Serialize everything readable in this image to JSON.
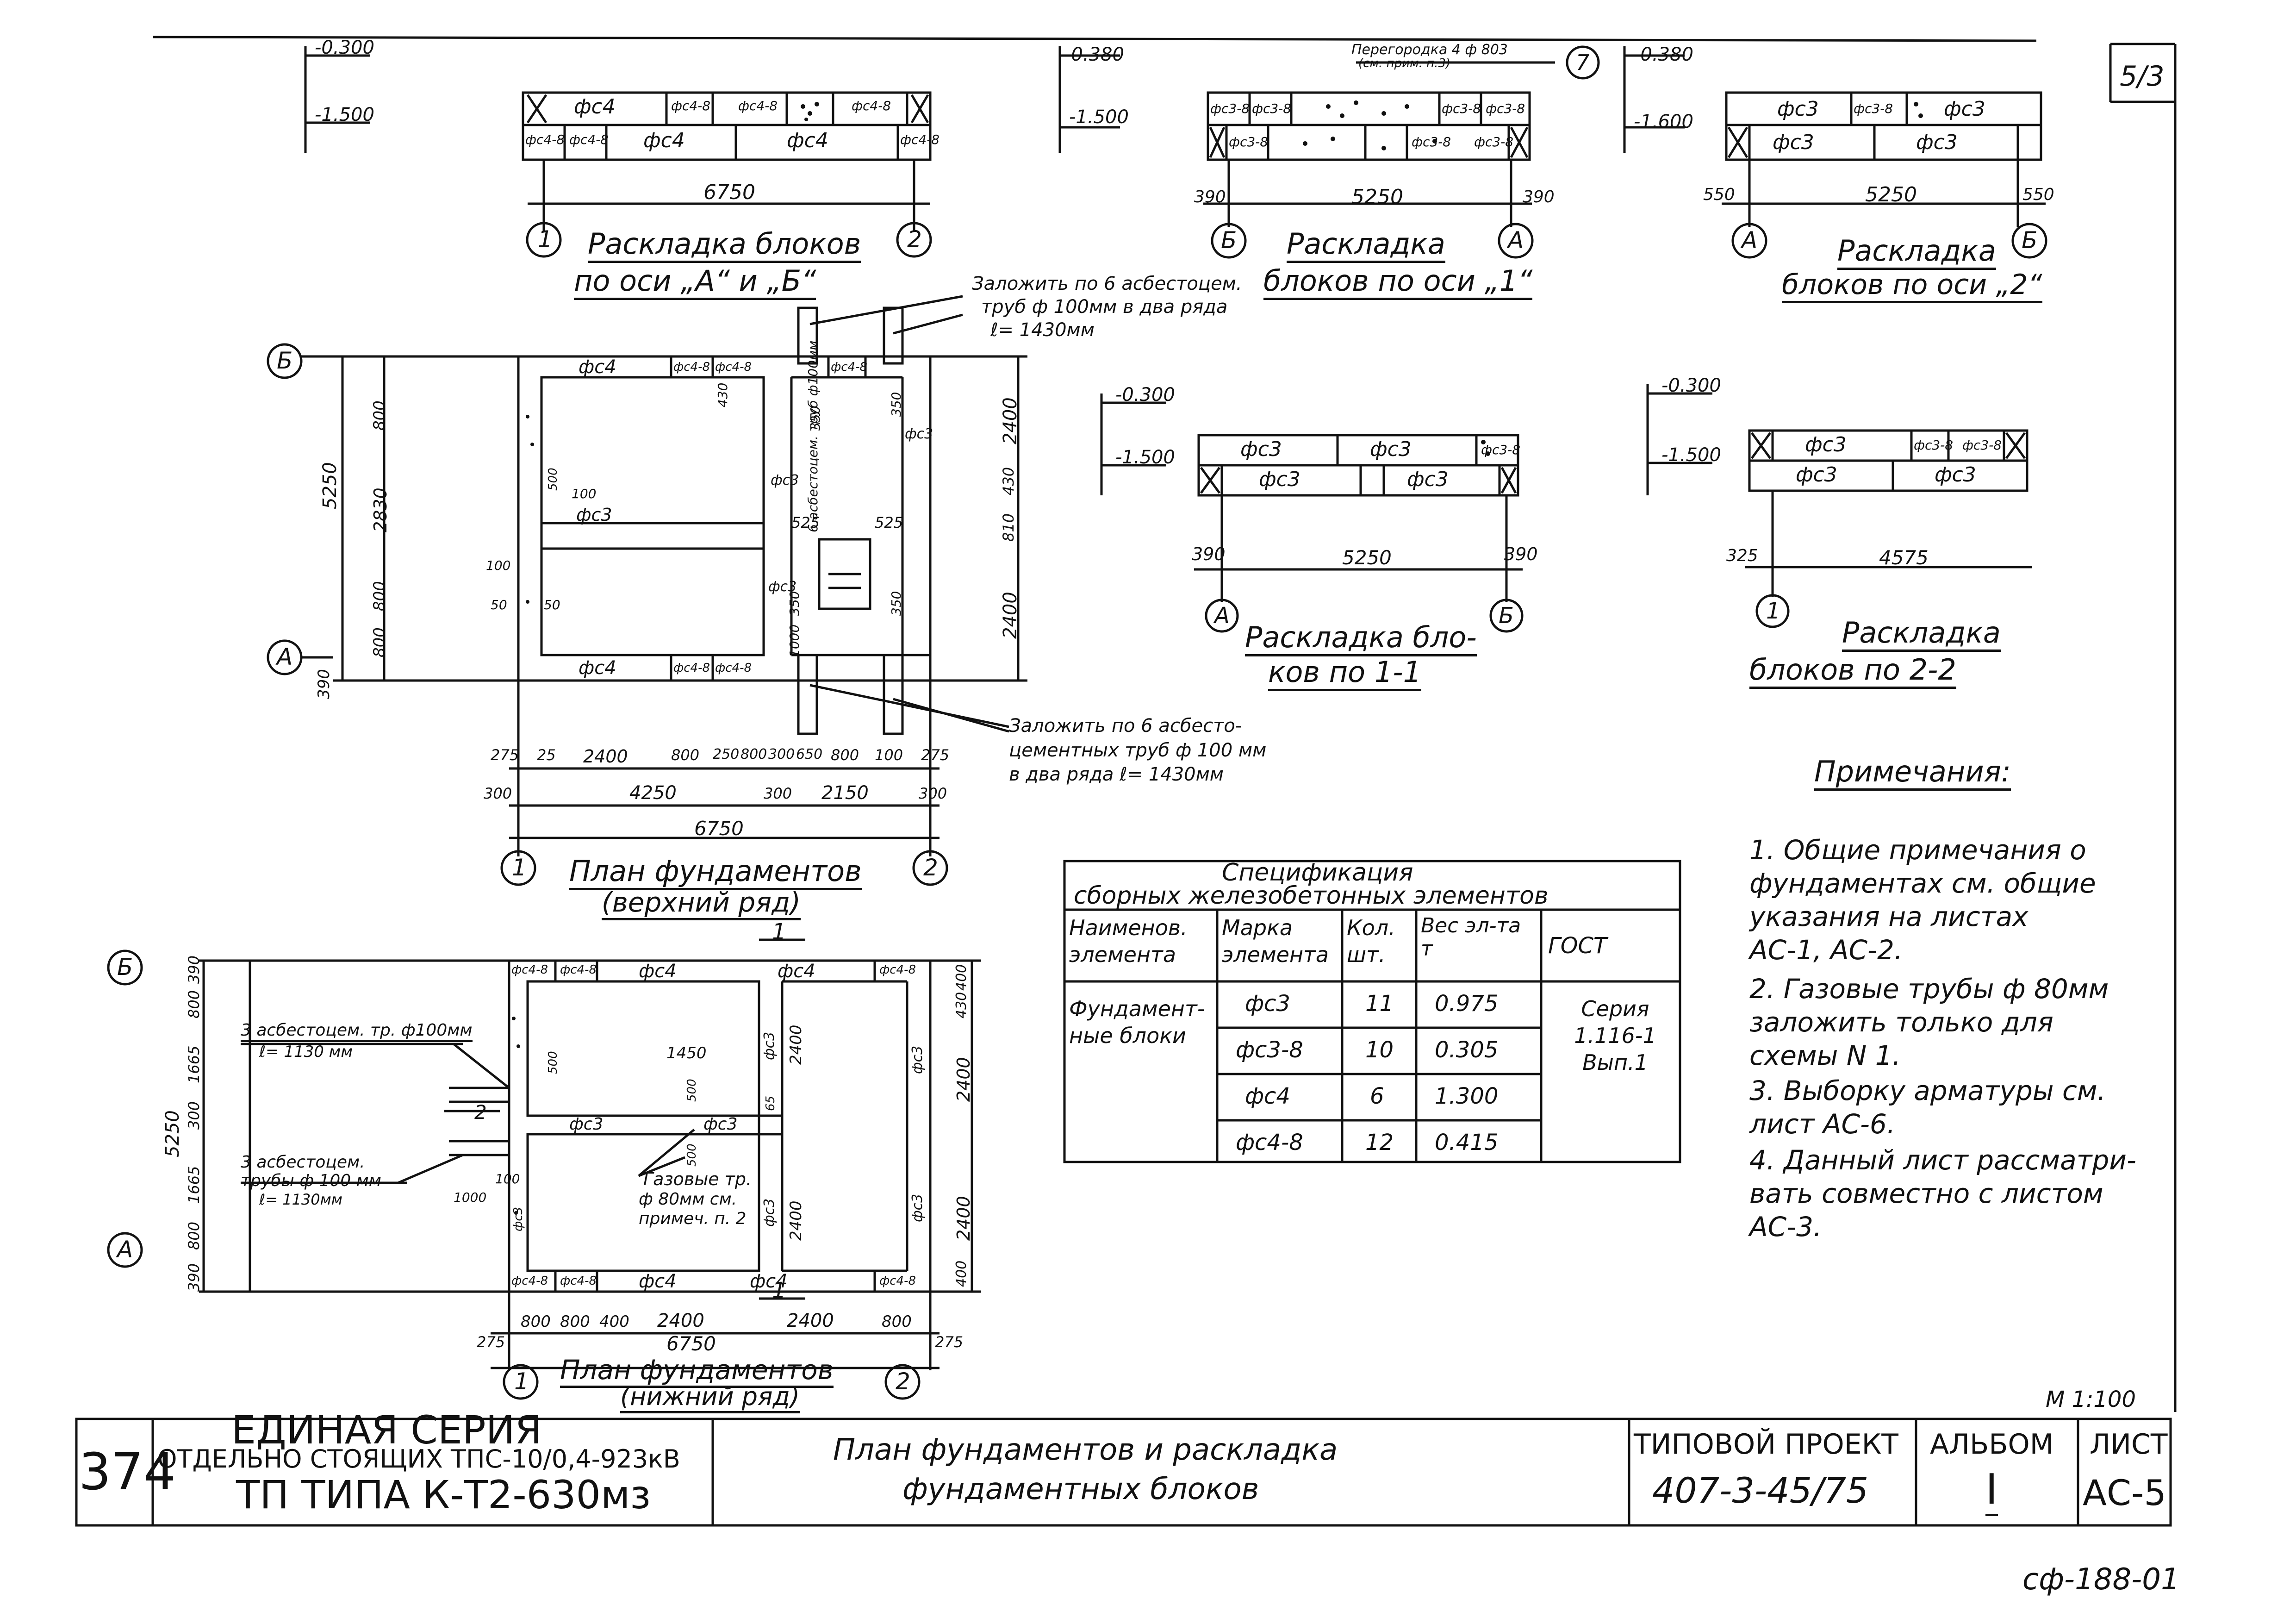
{
  "sheet_corner_mark": "5/3",
  "top_row": {
    "elevations": {
      "top": "-0.300",
      "bottom": "-1.500",
      "bottom_alt": "-1.600",
      "top_alt": "-0.380"
    },
    "section_a": {
      "title_line1": "Раскладка блоков",
      "title_line2": "по оси „А“ и „Б“",
      "dim_total": "6750",
      "axis_left": "1",
      "axis_right": "2",
      "blocks_top": [
        "фс4",
        "фс4-8",
        "фс4-8",
        "фс4-8"
      ],
      "blocks_bottom": [
        "фс4-8",
        "фс4-8",
        "фс4",
        "фс4",
        "фс4-8"
      ]
    },
    "section_b": {
      "title_line1": "Раскладка",
      "title_line2": "блоков по оси „1“",
      "dim_total": "5250",
      "dim_left": "390",
      "dim_right": "390",
      "axis_left": "Б",
      "axis_right": "А",
      "callout": "Перегородка 4 ф 803",
      "callout2": "(см. прим. п.3)",
      "callout_num": "7",
      "blocks_top": [
        "фс3-8",
        "фс3-8",
        "фс3-8",
        "фс3-8"
      ],
      "blocks_bottom": [
        "фс3-8",
        "фс3-8",
        "фс3-8"
      ]
    },
    "section_c": {
      "title_line1": "Раскладка",
      "title_line2": "блоков по оси „2“",
      "dim_total": "5250",
      "dim_left": "550",
      "dim_right": "550",
      "axis_left": "А",
      "axis_right": "Б",
      "blocks_top": [
        "фс3",
        "фс3-8",
        "фс3"
      ],
      "blocks_bottom": [
        "фс3",
        "фс3"
      ]
    }
  },
  "plan_upper": {
    "title_line1": "План фундаментов",
    "title_line2": "(верхний ряд)",
    "axis_1": "1",
    "axis_2": "2",
    "axis_a": "А",
    "axis_b": "Б",
    "callout_top_1": "Заложить по 6 асбестоцем.",
    "callout_top_2": "труб ф 100мм в два ряда",
    "callout_top_3": "ℓ= 1430мм",
    "callout_bot_1": "Заложить по 6 асбесто-",
    "callout_bot_2": "цементных труб ф 100 мм",
    "callout_bot_3": "в два ряда ℓ= 1430мм",
    "pipe_note": "6 асбестоцем. труб ф100мм",
    "blocks": [
      "фс4",
      "фс4-8",
      "фс4-8",
      "фс4-8",
      "фс3",
      "фс3",
      "фс3",
      "фс3",
      "фс4",
      "фс4-8",
      "фс4-8"
    ],
    "dims_left": [
      "5250",
      "2830",
      "800",
      "800",
      "390",
      "800"
    ],
    "dims_right": [
      "2400",
      "2400",
      "810",
      "430",
      "350"
    ],
    "dims_bottom_1": [
      "275",
      "25",
      "2400",
      "800",
      "250",
      "800",
      "300",
      "650",
      "800",
      "100",
      "275"
    ],
    "dims_bottom_2": [
      "300",
      "4250",
      "300",
      "2150",
      "300"
    ],
    "dims_bottom_total": "6750",
    "dims_inner": [
      "525",
      "525",
      "350",
      "1000",
      "350",
      "100",
      "500",
      "100",
      "50",
      "50",
      "430",
      "350"
    ]
  },
  "plan_lower": {
    "title_line1": "План фундаментов",
    "title_line2": "(нижний ряд)",
    "axis_1": "1",
    "axis_2": "2",
    "axis_a": "А",
    "axis_b": "Б",
    "section_mark_top": "1",
    "section_mark_bot": "1",
    "section_mark_side": "2",
    "callout_a1": "3 асбестоцем. тр. ф100мм",
    "callout_a2": "ℓ= 1130 мм",
    "callout_b1": "3 асбестоцем.",
    "callout_b2": "трубы ф 100 мм",
    "callout_b3": "ℓ= 1130мм",
    "gas_1": "Газовые тр.",
    "gas_2": "ф 80мм см.",
    "gas_3": "примеч. п. 2",
    "blocks_top": [
      "фс4-8",
      "фс4-8",
      "фс4",
      "фс4",
      "фс4-8"
    ],
    "blocks_mid": [
      "фс3",
      "фс3"
    ],
    "blocks_bottom": [
      "фс4-8",
      "фс4-8",
      "фс4",
      "фс4",
      "фс4-8"
    ],
    "blocks_vert": [
      "фс3",
      "фс3",
      "фс3",
      "фс3",
      "фс3"
    ],
    "dims_left": [
      "5250",
      "390",
      "800",
      "1665",
      "300",
      "1665",
      "800",
      "390"
    ],
    "dims_right": [
      "400",
      "430",
      "2400",
      "2400",
      "400"
    ],
    "dims_bottom_1": [
      "800",
      "800",
      "400",
      "2400",
      "2400",
      "800"
    ],
    "dims_bottom_total": "6750",
    "dims_bottom_side_l": "275",
    "dims_bottom_side_r": "275",
    "dims_inner": [
      "1450",
      "2400",
      "2400",
      "500",
      "500",
      "500",
      "65",
      "1000",
      "100"
    ]
  },
  "section_11": {
    "title_line1": "Раскладка бло-",
    "title_line2": "ков по 1-1",
    "elev_top": "-0.300",
    "elev_bottom": "-1.500",
    "dim_total": "5250",
    "dim_left": "390",
    "dim_right": "390",
    "axis_left": "А",
    "axis_right": "Б",
    "blocks_top": [
      "фс3",
      "фс3",
      "фс3-8"
    ],
    "blocks_bottom": [
      "фс3",
      "фс3"
    ]
  },
  "section_22": {
    "title_line1": "Раскладка",
    "title_line2": "блоков по 2-2",
    "elev_top": "-0.300",
    "elev_bottom": "-1.500",
    "dim_total": "4575",
    "dim_left": "325",
    "axis_left": "1",
    "blocks_top": [
      "фс3",
      "фс3-8",
      "фс3-8"
    ],
    "blocks_bottom": [
      "фс3",
      "фс3"
    ]
  },
  "spec_table": {
    "title_line1": "Спецификация",
    "title_line2": "сборных железобетонных элементов",
    "headers": [
      "Наименов. элемента",
      "Марка элемента",
      "Кол. шт.",
      "Вес эл-та т",
      "ГОСТ"
    ],
    "group_name": "Фундамент-ные блоки",
    "gost": "Серия 1.116-1 Вып.1",
    "rows": [
      {
        "mark": "фс3",
        "qty": "11",
        "weight": "0.975"
      },
      {
        "mark": "фс3-8",
        "qty": "10",
        "weight": "0.305"
      },
      {
        "mark": "фс4",
        "qty": "6",
        "weight": "1.300"
      },
      {
        "mark": "фс4-8",
        "qty": "12",
        "weight": "0.415"
      }
    ]
  },
  "notes": {
    "heading": "Примечания:",
    "lines": [
      "1. Общие примечания о",
      "фундаментах см. общие",
      "указания на листах",
      "АС-1, АС-2.",
      "2. Газовые трубы ф 80мм",
      "заложить только для",
      "схемы N 1.",
      "3. Выборку арматуры см.",
      "лист АС-6.",
      "4. Данный лист рассматри-",
      "вать совместно с листом",
      "АС-3."
    ]
  },
  "scale": "М 1:100",
  "title_block": {
    "number": "374",
    "series_1": "ЕДИНАЯ СЕРИЯ",
    "series_2": "ОТДЕЛЬНО СТОЯЩИХ ТПС-10/0,4-923кВ",
    "series_3": "ТП ТИПА К-Т2-630мз",
    "sheet_title_1": "План фундаментов и раскладка",
    "sheet_title_2": "фундаментных блоков",
    "project_label": "ТИПОВОЙ ПРОЕКТ",
    "project_value": "407-3-45/75",
    "album_label": "АЛЬБОМ",
    "album_value": "I",
    "sheet_label": "ЛИСТ",
    "sheet_value": "АС-5"
  },
  "stamp_code": "сф-188-01"
}
